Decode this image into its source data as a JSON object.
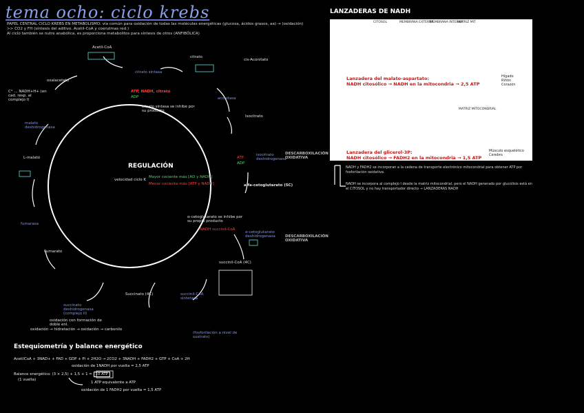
{
  "header": {
    "title": "tema ocho: ciclo krebs",
    "intro_1": "PAPEL CENTRAL CICLO KREBS EN METABOLISMO: vía común para oxidación de todas las moléculas energéticas (glucosa, ácidos grasos, aa) → (oxidación) >> CO2 y FH (síntesis del aditivo. Acetil-CoA y coenzimas red.)",
    "intro_2": "Al ciclo también se nutre anabólica, es proporciona metabolitos para síntesis de otros (ANFIBÓLICA)"
  },
  "cycle": {
    "center_title": "REGULACIÓN",
    "velocity_label": "velocidad ciclo K",
    "reg_up": "Mayor cociente más [AD y NADH]",
    "reg_down": "Menor cociente más [ATP y NADH]",
    "acetyl": "Acetil-CoA",
    "citrate": "citrato",
    "cis_aconitate": "cis-Aconitato",
    "isocitrate": "Isocitrato",
    "alpha_kg": "alfa-cetoglutarato (5C)",
    "succinyl": "succinil-CoA (4C)",
    "succinate": "Succinato (4C)",
    "fumarate": "Fumarato",
    "malate": "L-malato",
    "oxaloacetate": "oxalacetato",
    "citrate_synthase": "citrato sintasa",
    "cs_inhib": "ATP, NADH, citrato",
    "cs_adp": "ADP",
    "cs_note": "citrato sintasa se inhibe por su producto",
    "aconitase": "aconitasa",
    "idh": "isocitrato deshidrogenasa",
    "idh_inh": "ATP",
    "idh_act": "ADP",
    "decarb_1": "DESCARBOXILACIÓN OXIDATIVA",
    "akgdh": "α-cetoglutarato deshidrogenasa",
    "akgdh_note": "α-cetoglutarato se inhibe por su propio producto",
    "akgdh_inh": "NADH succinil-CoA",
    "decarb_2": "DESCARBOXILACIÓN OXIDATIVA",
    "succ_synth": "succinil-CoA sintetasa",
    "phosph": "(fosforilación a nivel de sustrato)",
    "sdh": "succinato deshidrogenasa (complejo II)",
    "fad_note": "oxidación con formación de doble enl.",
    "fumarase": "fumarasa",
    "mdh": "malato deshidrogenasa",
    "nadh_note": "C° ... NADH+H+ (en cad. resp. al complejo I)",
    "seq": "oxidación → hidratación → oxidación → carbonilo"
  },
  "stoich": {
    "title": "Estequiometría y balance energético",
    "eq_main": "AcetilCoA + 3NAD+ + FAD + GDP + Pi + 2H2O → 2CO2 + 3NADH + FADH2 + GTP + CoA + 2H",
    "eq_nadh": "oxidación de 1NADH por vuelta = 2,5 ATP",
    "balance_label": "Balance energético:",
    "balance_expr": "(3 × 2,5) + 1,5 + 1 =",
    "balance_result": "10 ATP",
    "turn_note": "(1 vuelta)",
    "gtp_note": "1 ATP equivalente a ATP",
    "fadh_note": "oxidación de 1 FADH2 por vuelta = 1,5 ATP"
  },
  "shuttles": {
    "title": "LANZADERAS DE NADH",
    "malate_title": "Lanzadera del malato-aspartato:",
    "malate_sub": "NADH citosólico → NADH en la mitocondria → 2,5 ATP",
    "malate_tissue": "Hígado Riñón Corazón",
    "glycerol_title": "Lanzadera del glicerol-3P:",
    "glycerol_sub": "NADH citosólico → FADH2 en la mitocondria → 1,5 ATP",
    "glycerol_tissue": "Músculo esquelético Cerebro",
    "col_cytosol": "CITOSOL",
    "col_outer": "MEMBRANA EXTERNA",
    "col_inner": "MEMBRANA INTERNA",
    "col_matrix": "MATRIZ MIT",
    "matrix_label": "MATRIZ MITOCONDRIAL",
    "bullet_1": "NADH y FADH2 se incorporan a la cadena de transporte electrónico mitocondrial para obtener ATP por fosforilación oxidativa.",
    "bullet_2": "NADH se incorpora al complejo I desde la matriz mitocondrial, pero el NADH generado por glucólisis está en el CITOSOL y no hay transportador directo → LANZADERAS NADH"
  },
  "colors": {
    "accent": "#7f95f0",
    "red": "#ff4040",
    "green": "#5ad37a",
    "teal": "#52c7c4"
  }
}
